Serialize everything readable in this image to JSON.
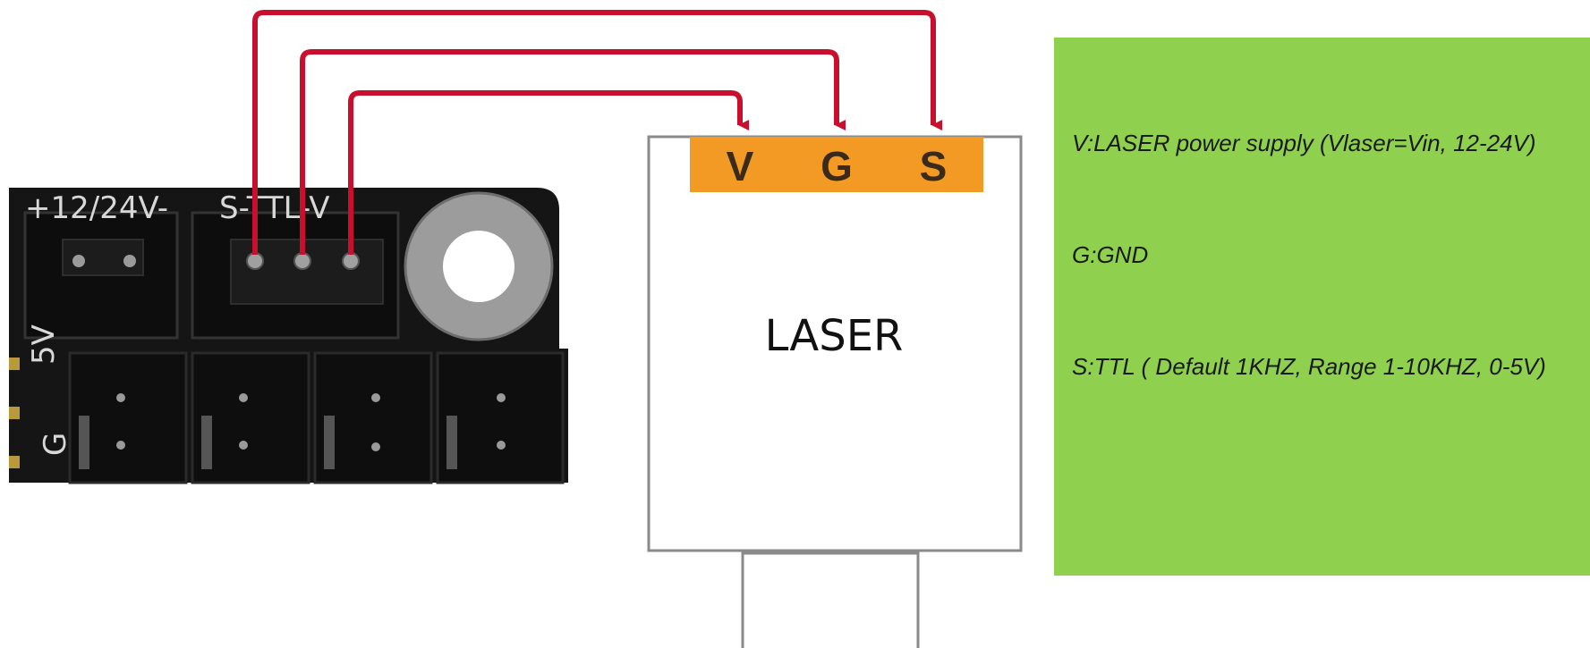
{
  "board": {
    "silk_power": "+12/24V-",
    "silk_laser": "S-TTL-V",
    "silk_5v": "5V",
    "silk_g": "G"
  },
  "laser": {
    "title": "LASER",
    "pins": [
      "V",
      "G",
      "S"
    ]
  },
  "info": {
    "lines": [
      "V:LASER power supply (Vlaser=Vin, 12-24V)",
      "G:GND",
      "S:TTL ( Default 1KHZ, Range 1-10KHZ, 0-5V)"
    ]
  },
  "colors": {
    "wire": "#c8102e",
    "pin_header": "#f39a24",
    "info_panel": "#8fd14f",
    "board": "#151515",
    "box_border": "#8a8a8a"
  }
}
